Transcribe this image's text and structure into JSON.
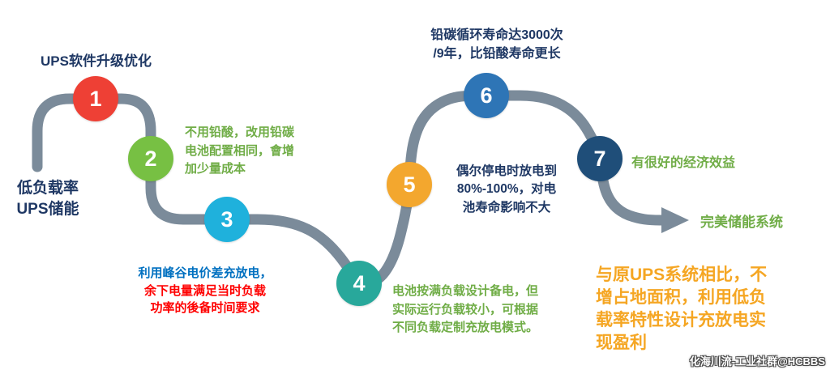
{
  "road": {
    "color": "#7b8b9a"
  },
  "start_label": {
    "text": "低负载率\nUPS储能",
    "color": "#1f3864"
  },
  "steps": [
    {
      "num": "1",
      "color": "#ee4035",
      "label": "UPS软件升级优化",
      "label_color": "#1f3864"
    },
    {
      "num": "2",
      "color": "#77c043",
      "label": "不用铅酸，改用铅碳\n电池配置相同，會增\n加少量成本",
      "label_color": "#70ad47"
    },
    {
      "num": "3",
      "color": "#1fb1dc",
      "label_line1": "利用峰谷电价差充放电，",
      "label_line1_color": "#0070c0",
      "label_rest": "余下电量满足当时负载\n功率的後备时间要求",
      "label_rest_color": "#ff0000"
    },
    {
      "num": "4",
      "color": "#28a89b",
      "label": "电池按满负载设计备电，但\n实际运行负载较小，可根据\n不同负载定制充放电模式。",
      "label_color": "#70ad47"
    },
    {
      "num": "5",
      "color": "#f3a72e",
      "label": "偶尔停电时放电到\n80%-100%，对电\n池寿命影响不大",
      "label_color": "#1f3864"
    },
    {
      "num": "6",
      "color": "#2e75b6",
      "label": "铅碳循环寿命达3000次\n/9年，比铅酸寿命更长",
      "label_color": "#1f3864"
    },
    {
      "num": "7",
      "color": "#1f4e79",
      "label": "有很好的经济效益",
      "label_color": "#70ad47"
    }
  ],
  "outcome": {
    "text": "完美储能系统",
    "color": "#70ad47"
  },
  "summary": {
    "text": "与原UPS系统相比，不\n增占地面积，利用低负\n载率特性设计充放电实\n现盈利",
    "color": "#f5a623"
  },
  "watermark": "化海川流-工业社群@HCBBS"
}
